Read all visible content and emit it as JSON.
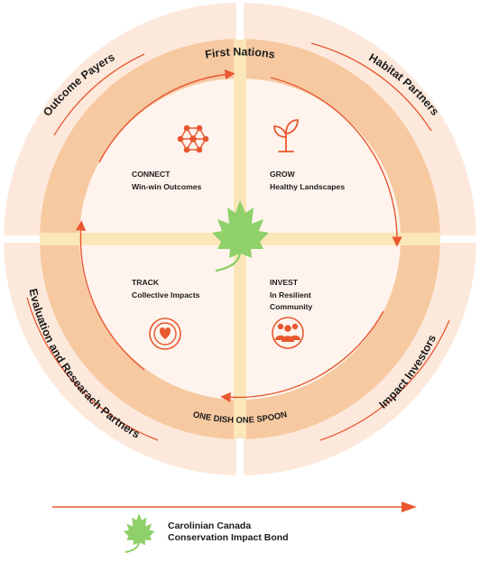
{
  "outer_labels": {
    "top_left": "Outcome Payers",
    "top_right": "Habitat Partners",
    "bottom_left": "Evaluation and Researach Partners",
    "bottom_right": "Impact Investors"
  },
  "ring_labels": {
    "top": "First Nations",
    "bottom": "ONE DISH ONE SPOON"
  },
  "quadrants": {
    "connect": {
      "title": "CONNECT",
      "subtitle": "Win-win Outcomes",
      "icon": "network-icon"
    },
    "grow": {
      "title": "GROW",
      "subtitle": "Healthy Landscapes",
      "icon": "sprout-icon"
    },
    "track": {
      "title": "TRACK",
      "subtitle": "Collective Impacts",
      "icon": "heart-target-icon"
    },
    "invest": {
      "title": "INVEST",
      "subtitle": "In Resilient",
      "subtitle2": "Community",
      "icon": "people-icon"
    }
  },
  "legend": {
    "line1": "Carolinian Canada",
    "line2": "Conservation Impact Bond",
    "icon": "maple-leaf-icon"
  },
  "colors": {
    "accent": "#e8572f",
    "leaf": "#8fd06a",
    "outer_band": "#fde9dc",
    "ring": "#f7c9a1",
    "inner": "#fff4ed",
    "cross": "#fbe6b9"
  }
}
